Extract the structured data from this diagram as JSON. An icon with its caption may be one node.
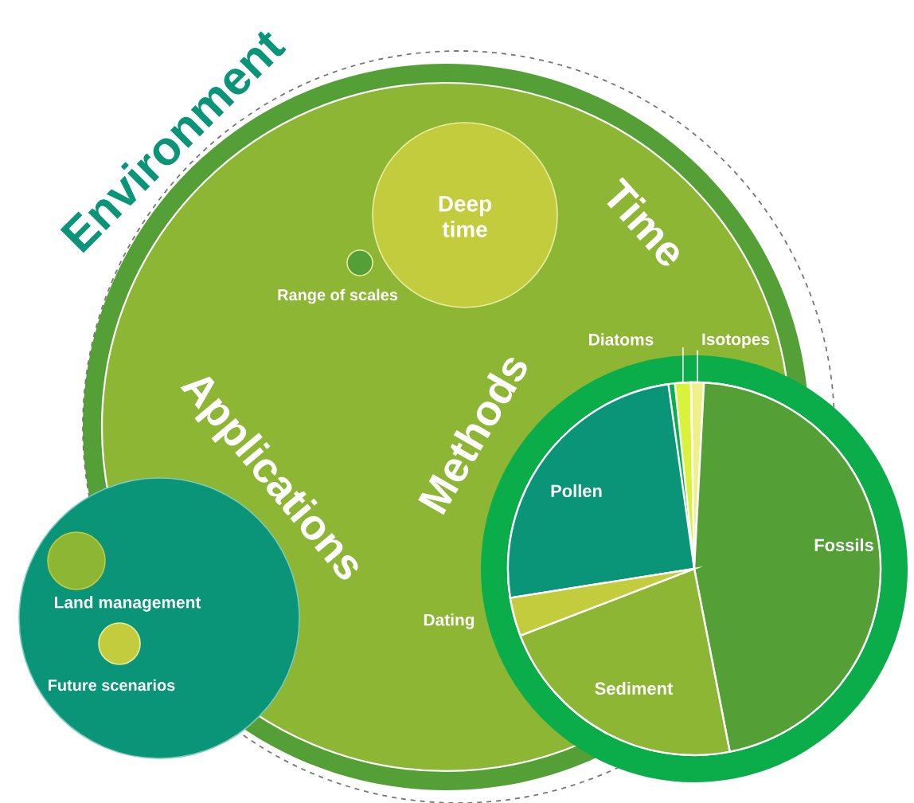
{
  "diagram": {
    "nodes": [
      {
        "text": [],
        "shape": "circle",
        "beside": [
          "Environment"
        ]
      },
      {
        "text": [
          "Time"
        ],
        "in": 0
      },
      {
        "text": [
          "Deep time"
        ],
        "in": 1
      },
      {
        "text": [
          "Range of scales"
        ],
        "in": 1
      },
      {
        "text": [],
        "shape": "circle",
        "beside": [
          "Applications"
        ]
      },
      {
        "text": [
          "Land management"
        ],
        "in": 4
      },
      {
        "text": [
          "Future scenarios"
        ],
        "in": 4
      },
      {
        "text": [],
        "shape": "circle",
        "beside": [
          "Methods"
        ]
      },
      {
        "text": [
          "Pollen"
        ]
      },
      {
        "text": [
          "Diatoms"
        ],
        "in": 1
      },
      {
        "text": [],
        "shape": "wedge"
      },
      {
        "text": [
          "Isotopes"
        ],
        "in": 1
      },
      {
        "text": [],
        "shape": "wedge"
      },
      {
        "text": [
          "Fossils"
        ],
        "in": 7
      },
      {
        "text": [
          "Sediment"
        ]
      },
      {
        "text": [],
        "shape": "wedge",
        "beside": [
          "Dating"
        ]
      }
    ],
    "edges": [
      {
        "from": 9,
        "to": 10,
        "arrow": "none"
      },
      {
        "from": 11,
        "to": 12,
        "arrow": "none"
      }
    ]
  }
}
